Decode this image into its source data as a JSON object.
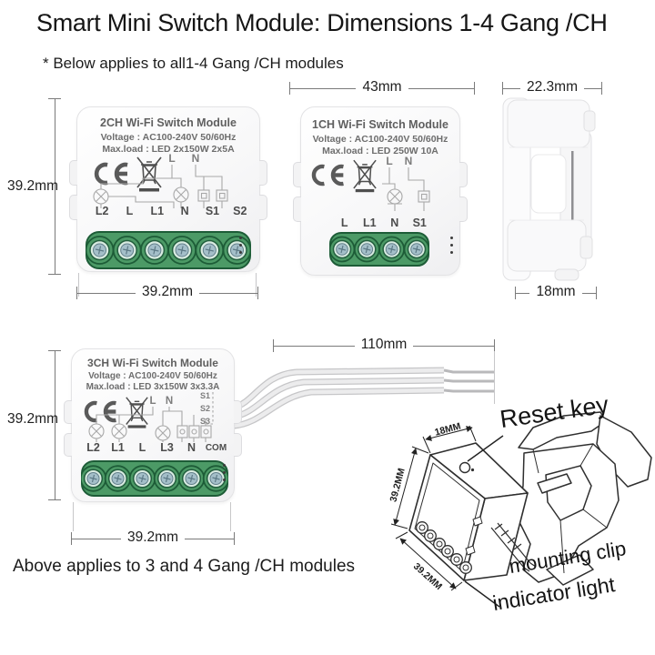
{
  "page": {
    "title": "Smart Mini Switch Module: Dimensions 1-4 Gang /CH",
    "note_top": "* Below applies to all1-4 Gang /CH modules",
    "note_bottom": "Above applies to 3 and 4 Gang /CH modules"
  },
  "dims": {
    "d392": "39.2mm",
    "d43": "43mm",
    "d223": "22.3mm",
    "d18": "18mm",
    "d110": "110mm"
  },
  "modules": {
    "ch2": {
      "title": "2CH Wi-Fi Switch Module",
      "voltage": "Voltage : AC100-240V 50/60Hz",
      "max_load": "Max.load : LED 2x150W 2x5A",
      "wiring": [
        "L",
        "N"
      ],
      "terminals": [
        "L2",
        "L",
        "L1",
        "N",
        "S1",
        "S2"
      ]
    },
    "ch1": {
      "title": "1CH Wi-Fi Switch Module",
      "voltage": "Voltage : AC100-240V 50/60Hz",
      "max_load": "Max.load : LED 250W 10A",
      "wiring": [
        "L",
        "N"
      ],
      "terminals": [
        "L",
        "L1",
        "N",
        "S1"
      ]
    },
    "ch3": {
      "title": "3CH Wi-Fi Switch Module",
      "voltage": "Voltage : AC100-240V 50/60Hz",
      "max_load": "Max.load : LED 3x150W 3x3.3A",
      "wiring": [
        "L",
        "N"
      ],
      "switch_labels": [
        "S1",
        "S2",
        "S3"
      ],
      "terminals": [
        "L2",
        "L1",
        "L",
        "L3",
        "N",
        "COM"
      ]
    }
  },
  "iso": {
    "dim_depth": "18MM",
    "dim_height": "39.2MM",
    "dim_width": "39.2MM",
    "label_reset": "Reset key",
    "label_clip": "mounting clip",
    "label_indicator": "indicator light"
  },
  "icons": {
    "ce_mark": "ce-certification-logo",
    "weee_bin": "crossed-out-wheelie-bin",
    "lamp": "lamp-circle-x-symbol",
    "switch": "wall-switch-symbol",
    "terminal_screw": "green-terminal-screw",
    "reset_key": "reset-button-glyph"
  }
}
